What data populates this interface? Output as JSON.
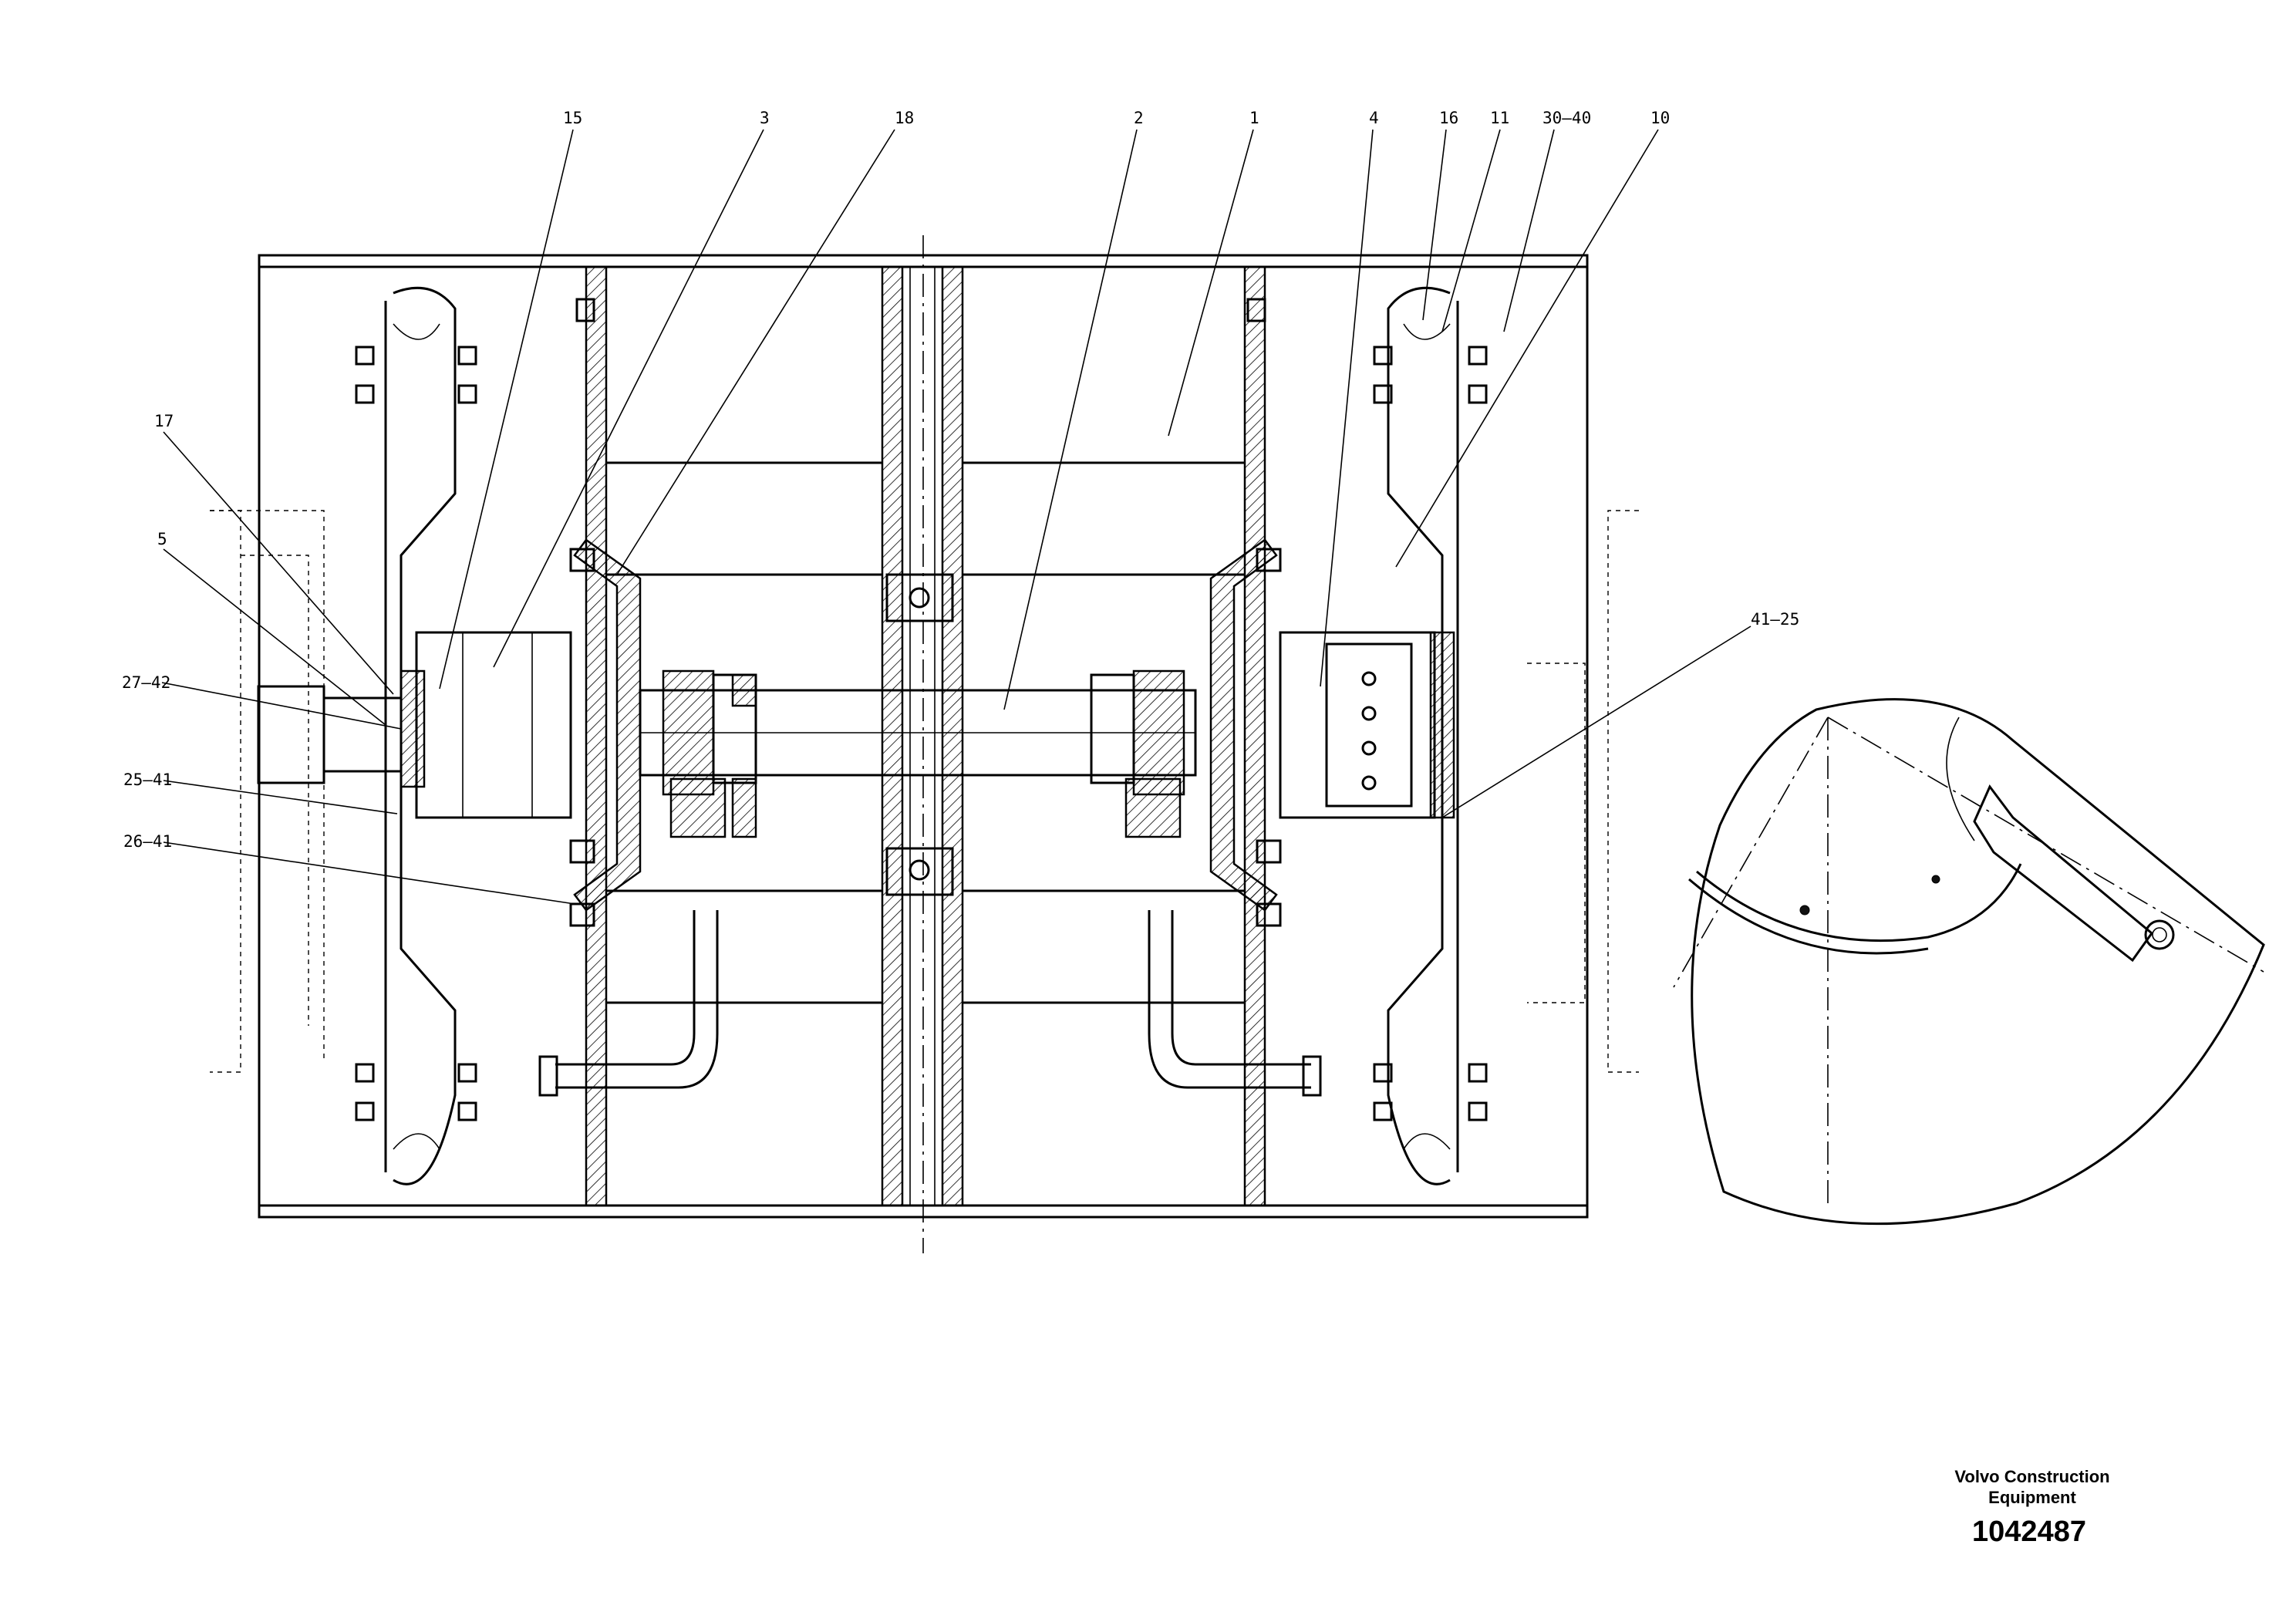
{
  "drawing": {
    "callouts": {
      "c15": "15",
      "c3": "3",
      "c18": "18",
      "c2": "2",
      "c1": "1",
      "c4": "4",
      "c16": "16",
      "c11": "11",
      "c30_40": "30–40",
      "c10": "10",
      "c17": "17",
      "c5": "5",
      "c27_42": "27–42",
      "c25_41": "25–41",
      "c26_41": "26–41",
      "c41_25": "41–25"
    }
  },
  "title_block": {
    "company_line1": "Volvo Construction",
    "company_line2": "Equipment",
    "document_number": "1042487"
  }
}
